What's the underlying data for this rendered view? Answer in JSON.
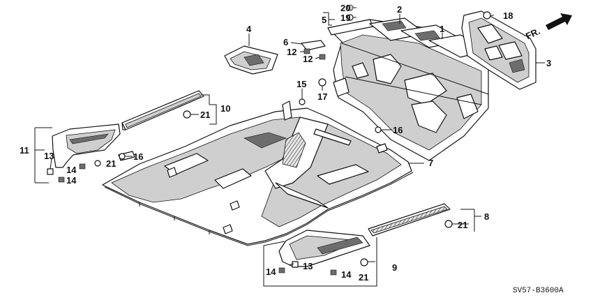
{
  "diagram": {
    "figure_code": "SV57-B3600A",
    "direction_label": "FR.",
    "callouts": {
      "c1": "1",
      "c2": "2",
      "c3": "3",
      "c4": "4",
      "c5": "5",
      "c6": "6",
      "c7": "7",
      "c8": "8",
      "c9": "9",
      "c10": "10",
      "c11": "11",
      "c12a": "12",
      "c12b": "12",
      "c13a": "13",
      "c13b": "13",
      "c14a": "14",
      "c14b": "14",
      "c14c": "14",
      "c14d": "14",
      "c15": "15",
      "c16a": "16",
      "c16b": "16",
      "c17": "17",
      "c18": "18",
      "c19": "19",
      "c20": "20",
      "c21a": "21",
      "c21b": "21",
      "c21c": "21",
      "c21d": "21"
    }
  }
}
